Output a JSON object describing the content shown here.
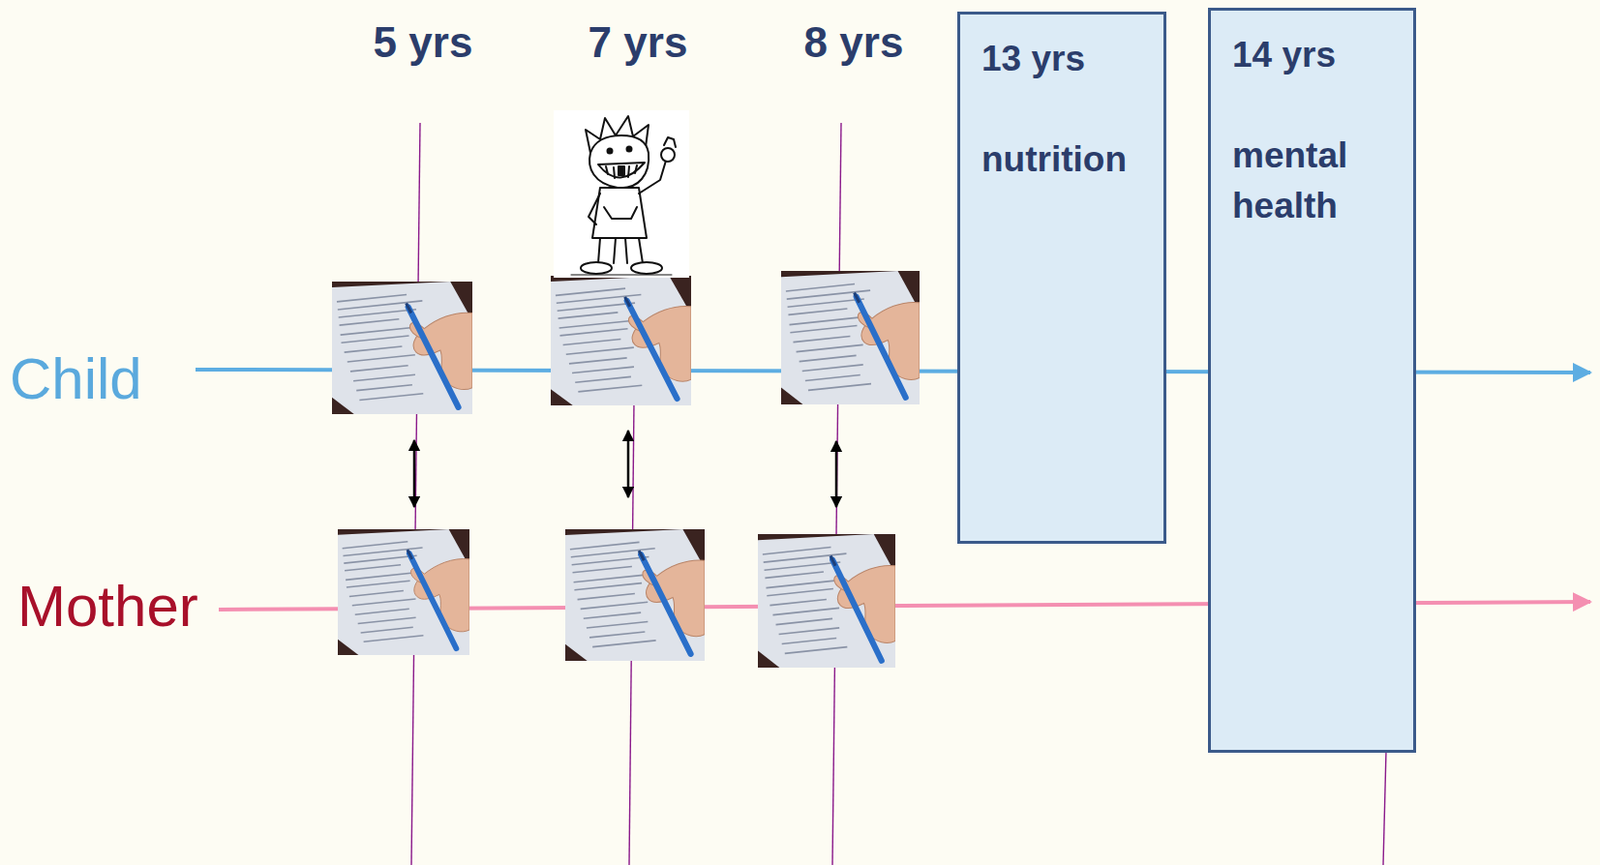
{
  "diagram": {
    "nodes": [
      {
        "text": [
          "13 yrs",
          "nutrition"
        ]
      },
      {
        "text": [
          "14 yrs",
          "mental health"
        ]
      }
    ],
    "labels": [
      "5 yrs",
      "7 yrs",
      "8 yrs",
      "Child",
      "Mother"
    ]
  }
}
